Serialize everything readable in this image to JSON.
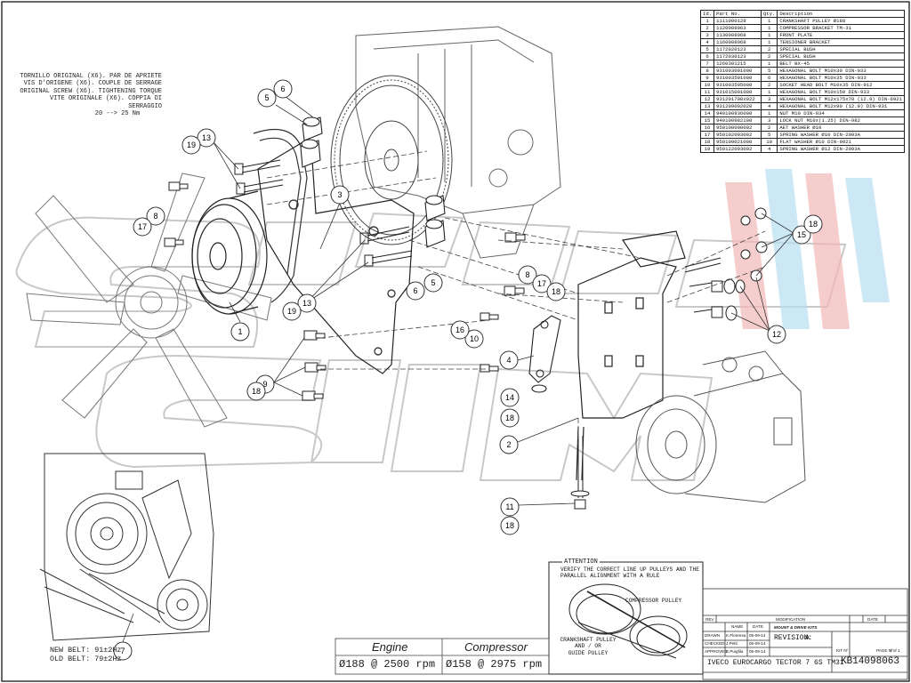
{
  "parts_table": {
    "headers": [
      "Id.",
      "Part No.",
      "Qty.",
      "Description"
    ],
    "rows": [
      [
        "1",
        "1111000128",
        "1",
        "CRANKSHAFT PULLEY Ø188"
      ],
      [
        "2",
        "1120008063",
        "1",
        "COMPRESSOR BRACKET TM-31"
      ],
      [
        "3",
        "1130008068",
        "1",
        "FRONT PLATE"
      ],
      [
        "4",
        "1160008068",
        "1",
        "TENSIONER BRACKET"
      ],
      [
        "5",
        "1172020123",
        "2",
        "SPECIAL BUSH"
      ],
      [
        "6",
        "1172030123",
        "2",
        "SPECIAL BUSH"
      ],
      [
        "7",
        "1260301215",
        "1",
        "BELT BX-45"
      ],
      [
        "8",
        "931003001000",
        "5",
        "HEXAGONAL BOLT M10x30 DIN-933"
      ],
      [
        "9",
        "931003501000",
        "6",
        "HEXAGONAL BOLT M10x35 DIN-933"
      ],
      [
        "10",
        "931003505000",
        "2",
        "SOCKET HEAD BOLT M10x35 DIN-912"
      ],
      [
        "11",
        "931015001000",
        "1",
        "HEXAGONAL BOLT M10x150 DIN-933"
      ],
      [
        "12",
        "931201700x022",
        "3",
        "HEXAGONAL BOLT M12x175x70 (12.9) DIN-6921"
      ],
      [
        "13",
        "931209002020",
        "4",
        "HEXAGONAL BOLT M12x90 (12.9) DIN-931"
      ],
      [
        "14",
        "940100936000",
        "1",
        "NUT M10 DIN-934"
      ],
      [
        "15",
        "940100982100",
        "3",
        "LOCK NUT M10x(1.25) DIN-982"
      ],
      [
        "16",
        "950100000002",
        "2",
        "AET WASHER Ø10"
      ],
      [
        "17",
        "950102093002",
        "5",
        "SPRING WASHER Ø10 DIN-2093A"
      ],
      [
        "18",
        "950109021000",
        "10",
        "FLAT WASHER Ø10 DIN-9021"
      ],
      [
        "19",
        "950122093002",
        "4",
        "SPRING WASHER Ø12 DIN-2093A"
      ]
    ]
  },
  "torque_note": [
    "TORNILLO ORIGINAL (X6). PAR DE APRIETE",
    "VIS D'ORIGENE (X6). COUPLE DE SERRAGE",
    "ORIGINAL SCREW (X6). TIGHTENING TORQUE",
    "VITE ORIGINALE (X6). COPPIA DI SERRAGGIO",
    "20 --> 25 Nm"
  ],
  "belt_note": [
    "NEW BELT: 91±2Hz",
    "OLD BELT: 79±2Hz"
  ],
  "attention": {
    "title": "ATTENTION",
    "text": "VERIFY THE CORRECT LINE UP PULLEYS AND THE PARALLEL ALIGNMENT WITH A RULE",
    "compressor_label": "COMPRESSOR PULLEY",
    "crank_label": [
      "CRANKSHAFT PULLEY",
      "AND / OR",
      "GUIDE PULLEY"
    ]
  },
  "speeds": {
    "engine_header": "Engine",
    "compressor_header": "Compressor",
    "engine_value": "Ø188 @ 2500 rpm",
    "compressor_value": "Ø158 @ 2975 rpm"
  },
  "title_block": {
    "rev": "REV",
    "modification": "MODIFICATION",
    "date": "DATE",
    "name": "NAME",
    "drawn": "DRAWN",
    "drawn_name": "K.Florensa",
    "drawn_date": "05-09-14",
    "checked": "CHECKED",
    "checked_name": "J.Petit",
    "checked_date": "05-09-14",
    "approved": "APPROVED",
    "approved_name": "E.Puigfila",
    "approved_date": "05-09-14",
    "company": "MOUNT & DRIVE KITS",
    "revision_label": "REVISION:",
    "revision_value": "A",
    "kit_label": "KIT Nº",
    "kit_number": "KB14098063",
    "page_label": "PAGE Nº",
    "page_value": "1 of 1",
    "vehicle": "IVECO EUROCARGO TECTOR 7 6S TM31"
  },
  "callouts": [
    "1",
    "2",
    "3",
    "4",
    "5",
    "6",
    "7",
    "8",
    "9",
    "10",
    "11",
    "12",
    "13",
    "14",
    "15",
    "16",
    "17",
    "18",
    "19"
  ],
  "colors": {
    "line": "#333333",
    "watermark_red": "#f3b8b8",
    "watermark_blue": "#b9dff2"
  }
}
